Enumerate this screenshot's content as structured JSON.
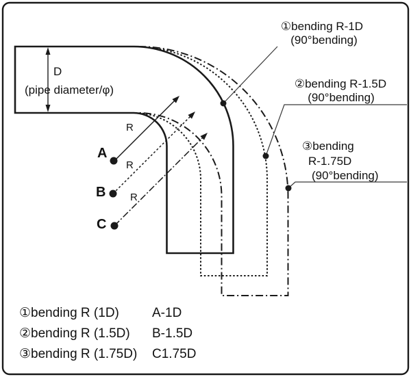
{
  "diagram": {
    "title": "pipe bending radius diagram",
    "pipe": {
      "d_label": "D",
      "diameter_label": "(pipe diameter/φ)"
    },
    "callouts": {
      "c1": {
        "line1": "①bending R-1D",
        "line2": "(90°bending)"
      },
      "c2": {
        "line1": "②bending R-1.5D",
        "line2": "(90°bending)"
      },
      "c3": {
        "line1": "③bending",
        "line2": "R-1.75D",
        "line3": "(90°bending)"
      }
    },
    "points": {
      "a": {
        "label": "A",
        "r": "R"
      },
      "b": {
        "label": "B",
        "r": "R"
      },
      "c": {
        "label": "C",
        "r": "R"
      }
    },
    "legend": {
      "rows": [
        {
          "name": "①bending R (1D)",
          "code": "A-1D"
        },
        {
          "name": "②bending R (1.5D)",
          "code": "B-1.5D"
        },
        {
          "name": "③bending R (1.75D)",
          "code": "C1.75D"
        }
      ]
    },
    "colors": {
      "line": "#1a1a1a",
      "leader": "#3a3a3a",
      "background": "#ffffff"
    }
  }
}
